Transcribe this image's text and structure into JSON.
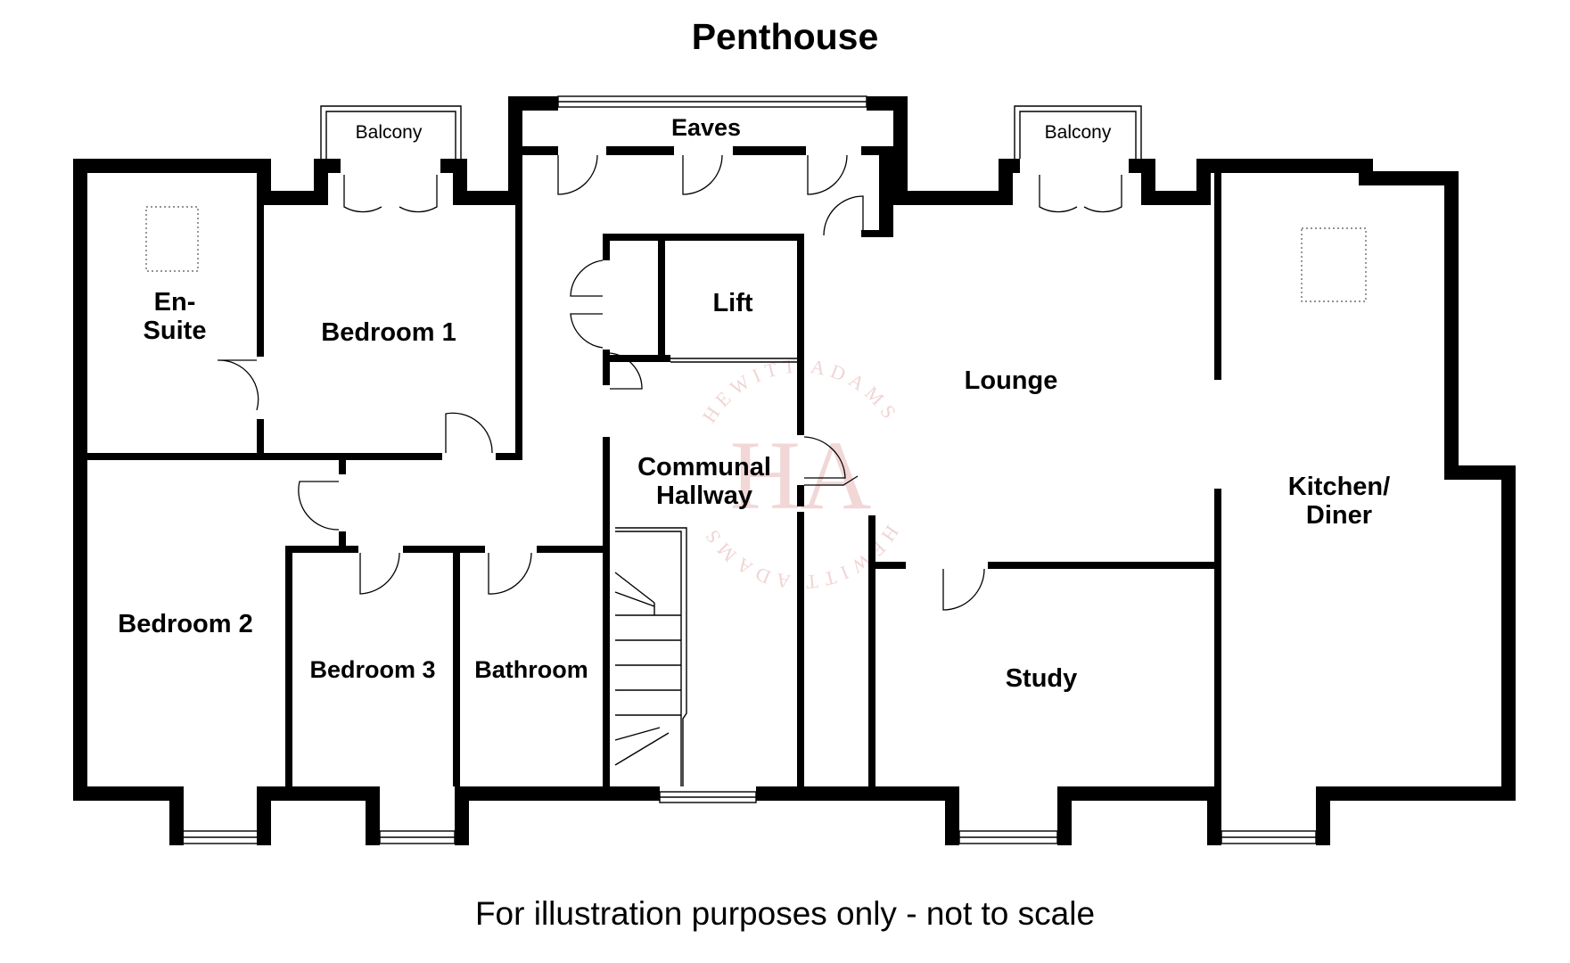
{
  "title": "Penthouse",
  "footnote": "For illustration purposes only - not to scale",
  "watermark": {
    "initials": "HA",
    "ring_text": "HEWITT ADAMS",
    "color": "#e8b8b8"
  },
  "rooms": {
    "en_suite": [
      "En-",
      "Suite"
    ],
    "bedroom_1": "Bedroom 1",
    "bedroom_2": "Bedroom 2",
    "bedroom_3": "Bedroom 3",
    "bathroom": "Bathroom",
    "lift": "Lift",
    "communal_hallway": [
      "Communal",
      "Hallway"
    ],
    "lounge": "Lounge",
    "kitchen_diner": [
      "Kitchen/",
      "Diner"
    ],
    "study": "Study",
    "eaves": "Eaves",
    "balcony_left": "Balcony",
    "balcony_right": "Balcony"
  },
  "colors": {
    "wall": "#000000",
    "background": "#ffffff"
  }
}
